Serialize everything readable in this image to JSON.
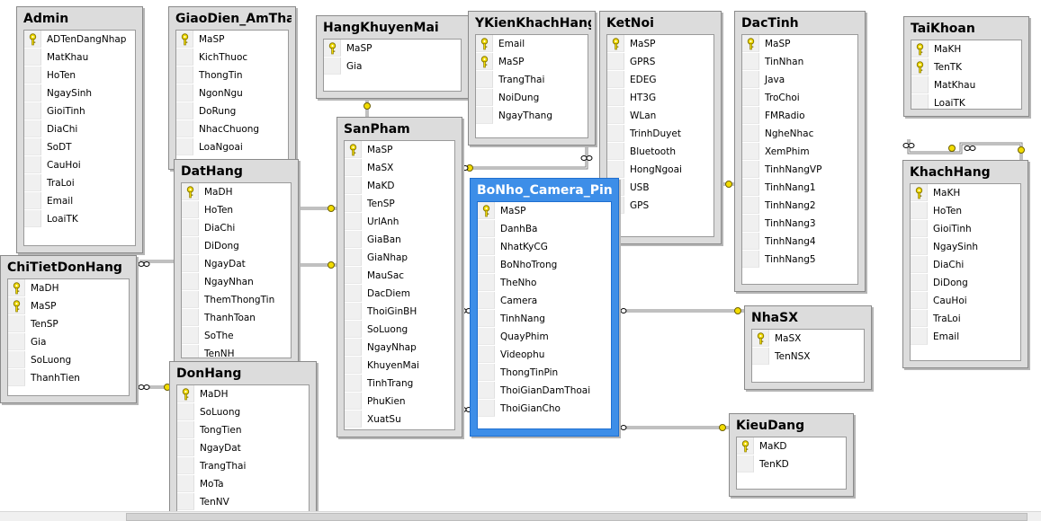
{
  "diagram": {
    "tables": [
      {
        "id": "Admin",
        "title": "Admin",
        "columns": [
          {
            "name": "ADTenDangNhap",
            "pk": true
          },
          {
            "name": "MatKhau"
          },
          {
            "name": "HoTen"
          },
          {
            "name": "NgaySinh"
          },
          {
            "name": "GioiTinh"
          },
          {
            "name": "DiaChi"
          },
          {
            "name": "SoDT"
          },
          {
            "name": "CauHoi"
          },
          {
            "name": "TraLoi"
          },
          {
            "name": "Email"
          },
          {
            "name": "LoaiTK"
          }
        ]
      },
      {
        "id": "GiaoDien_AmThanh",
        "title": "GiaoDien_AmTha",
        "columns": [
          {
            "name": "MaSP",
            "pk": true
          },
          {
            "name": "KichThuoc"
          },
          {
            "name": "ThongTin"
          },
          {
            "name": "NgonNgu"
          },
          {
            "name": "DoRung"
          },
          {
            "name": "NhacChuong"
          },
          {
            "name": "LoaNgoai"
          }
        ]
      },
      {
        "id": "HangKhuyenMai",
        "title": "HangKhuyenMai",
        "columns": [
          {
            "name": "MaSP",
            "pk": true
          },
          {
            "name": "Gia"
          }
        ]
      },
      {
        "id": "YKienKhachHang",
        "title": "YKienKhachHang",
        "columns": [
          {
            "name": "Email",
            "pk": true
          },
          {
            "name": "MaSP",
            "pk": true
          },
          {
            "name": "TrangThai"
          },
          {
            "name": "NoiDung"
          },
          {
            "name": "NgayThang"
          }
        ]
      },
      {
        "id": "KetNoi",
        "title": "KetNoi",
        "columns": [
          {
            "name": "MaSP",
            "pk": true
          },
          {
            "name": "GPRS"
          },
          {
            "name": "EDEG"
          },
          {
            "name": "HT3G"
          },
          {
            "name": "WLan"
          },
          {
            "name": "TrinhDuyet"
          },
          {
            "name": "Bluetooth"
          },
          {
            "name": "HongNgoai"
          },
          {
            "name": "USB"
          },
          {
            "name": "GPS"
          }
        ]
      },
      {
        "id": "DacTinh",
        "title": "DacTinh",
        "columns": [
          {
            "name": "MaSP",
            "pk": true
          },
          {
            "name": "TinNhan"
          },
          {
            "name": "Java"
          },
          {
            "name": "TroChoi"
          },
          {
            "name": "FMRadio"
          },
          {
            "name": "NgheNhac"
          },
          {
            "name": "XemPhim"
          },
          {
            "name": "TinhNangVP"
          },
          {
            "name": "TinhNang1"
          },
          {
            "name": "TinhNang2"
          },
          {
            "name": "TinhNang3"
          },
          {
            "name": "TinhNang4"
          },
          {
            "name": "TinhNang5"
          }
        ]
      },
      {
        "id": "TaiKhoan",
        "title": "TaiKhoan",
        "columns": [
          {
            "name": "MaKH",
            "pk": true
          },
          {
            "name": "TenTK",
            "pk": true
          },
          {
            "name": "MatKhau"
          },
          {
            "name": "LoaiTK"
          }
        ]
      },
      {
        "id": "SanPham",
        "title": "SanPham",
        "columns": [
          {
            "name": "MaSP",
            "pk": true
          },
          {
            "name": "MaSX"
          },
          {
            "name": "MaKD"
          },
          {
            "name": "TenSP"
          },
          {
            "name": "UrlAnh"
          },
          {
            "name": "GiaBan"
          },
          {
            "name": "GiaNhap"
          },
          {
            "name": "MauSac"
          },
          {
            "name": "DacDiem"
          },
          {
            "name": "ThoiGinBH"
          },
          {
            "name": "SoLuong"
          },
          {
            "name": "NgayNhap"
          },
          {
            "name": "KhuyenMai"
          },
          {
            "name": "TinhTrang"
          },
          {
            "name": "PhuKien"
          },
          {
            "name": "XuatSu"
          }
        ]
      },
      {
        "id": "BoNho_Camera_Pin",
        "title": "BoNho_Camera_Pin",
        "selected": true,
        "columns": [
          {
            "name": "MaSP",
            "pk": true
          },
          {
            "name": "DanhBa"
          },
          {
            "name": "NhatKyCG"
          },
          {
            "name": "BoNhoTrong"
          },
          {
            "name": "TheNho"
          },
          {
            "name": "Camera"
          },
          {
            "name": "TinhNang"
          },
          {
            "name": "QuayPhim"
          },
          {
            "name": "Videophu"
          },
          {
            "name": "ThongTinPin"
          },
          {
            "name": "ThoiGianDamThoai"
          },
          {
            "name": "ThoiGianCho"
          }
        ]
      },
      {
        "id": "DatHang",
        "title": "DatHang",
        "columns": [
          {
            "name": "MaDH",
            "pk": true
          },
          {
            "name": "HoTen"
          },
          {
            "name": "DiaChi"
          },
          {
            "name": "DiDong"
          },
          {
            "name": "NgayDat"
          },
          {
            "name": "NgayNhan"
          },
          {
            "name": "ThemThongTin"
          },
          {
            "name": "ThanhToan"
          },
          {
            "name": "SoThe"
          },
          {
            "name": "TenNH"
          }
        ]
      },
      {
        "id": "ChiTietDonHang",
        "title": "ChiTietDonHang",
        "columns": [
          {
            "name": "MaDH",
            "pk": true
          },
          {
            "name": "MaSP",
            "pk": true
          },
          {
            "name": "TenSP"
          },
          {
            "name": "Gia"
          },
          {
            "name": "SoLuong"
          },
          {
            "name": "ThanhTien"
          }
        ]
      },
      {
        "id": "DonHang",
        "title": "DonHang",
        "columns": [
          {
            "name": "MaDH",
            "pk": true
          },
          {
            "name": "SoLuong"
          },
          {
            "name": "TongTien"
          },
          {
            "name": "NgayDat"
          },
          {
            "name": "TrangThai"
          },
          {
            "name": "MoTa"
          },
          {
            "name": "TenNV"
          }
        ]
      },
      {
        "id": "KhachHang",
        "title": "KhachHang",
        "columns": [
          {
            "name": "MaKH",
            "pk": true
          },
          {
            "name": "HoTen"
          },
          {
            "name": "GioiTinh"
          },
          {
            "name": "NgaySinh"
          },
          {
            "name": "DiaChi"
          },
          {
            "name": "DiDong"
          },
          {
            "name": "CauHoi"
          },
          {
            "name": "TraLoi"
          },
          {
            "name": "Email"
          }
        ]
      },
      {
        "id": "NhaSX",
        "title": "NhaSX",
        "columns": [
          {
            "name": "MaSX",
            "pk": true
          },
          {
            "name": "TenNSX"
          }
        ]
      },
      {
        "id": "KieuDang",
        "title": "KieuDang",
        "columns": [
          {
            "name": "MaKD",
            "pk": true
          },
          {
            "name": "TenKD"
          }
        ]
      }
    ]
  },
  "colors": {
    "canvas": "#ffffff",
    "table_header": "#dcdcdc",
    "selected_header": "#3d8ee8",
    "key_icon": "#e8d000",
    "link_line": "#808080"
  }
}
